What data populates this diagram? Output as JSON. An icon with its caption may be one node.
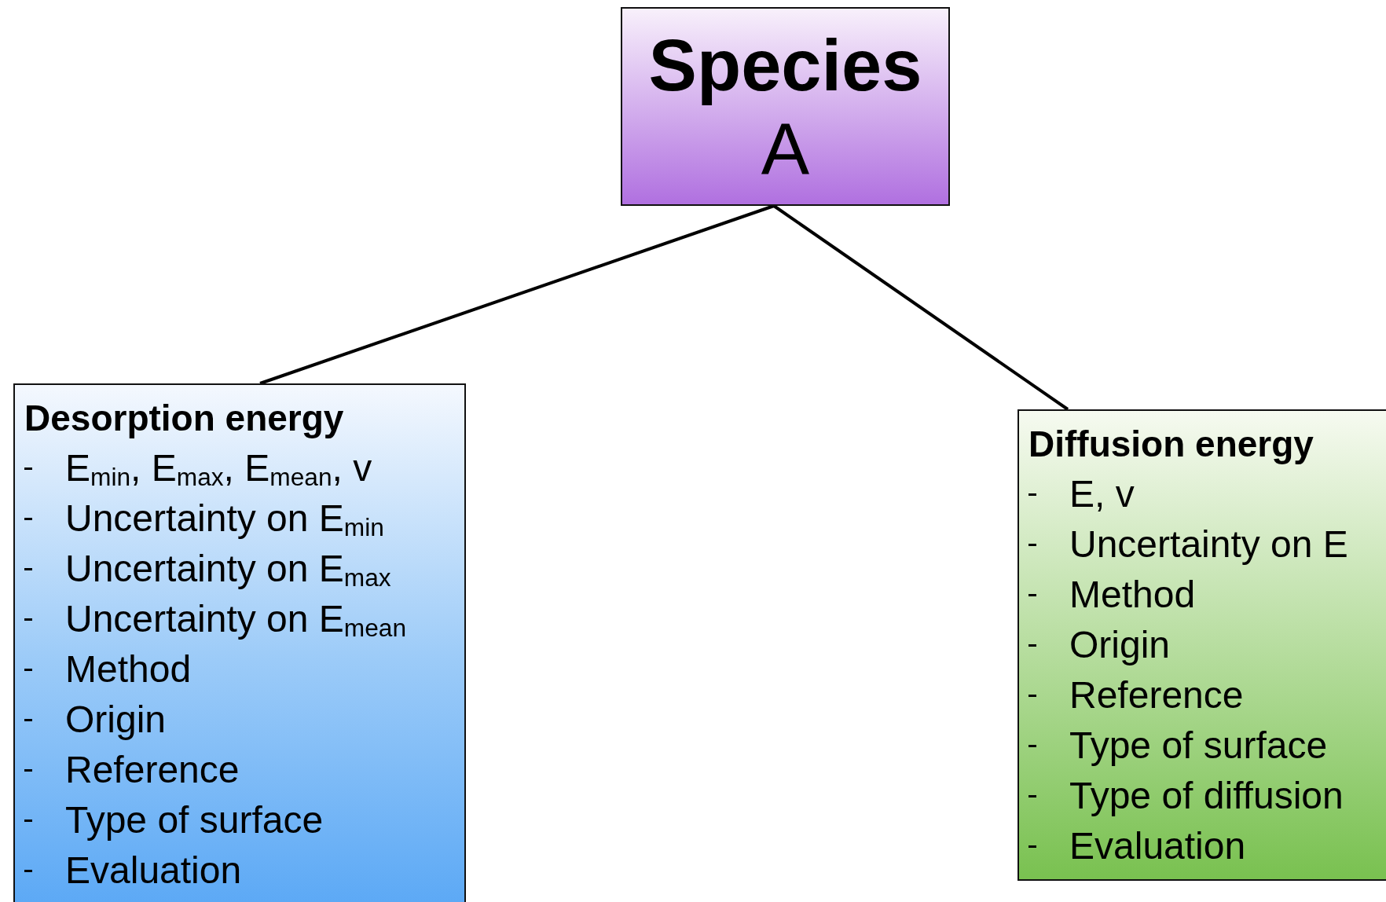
{
  "diagram": {
    "nodes": [
      {
        "text": [
          "Species",
          "A"
        ]
      },
      {
        "text": [
          "Desorption energy",
          "E$_{min}$, E$_{max}$, E$_{mean}$, v",
          "Uncertainty on E$_{min}$",
          "Uncertainty on E$_{max}$",
          "Uncertainty on E$_{mean}$",
          "Method",
          "Origin",
          "Reference",
          "Type of surface",
          "Evaluation"
        ]
      },
      {
        "text": [
          "Diffusion energy",
          "E, v",
          "Uncertainty on E",
          "Method",
          "Origin",
          "Reference",
          "Type of surface",
          "Type of diffusion",
          "Evaluation"
        ]
      }
    ],
    "edges": [
      {
        "from": 0,
        "to": 1,
        "arrow": "none"
      },
      {
        "from": 0,
        "to": 2,
        "arrow": "none"
      }
    ]
  }
}
